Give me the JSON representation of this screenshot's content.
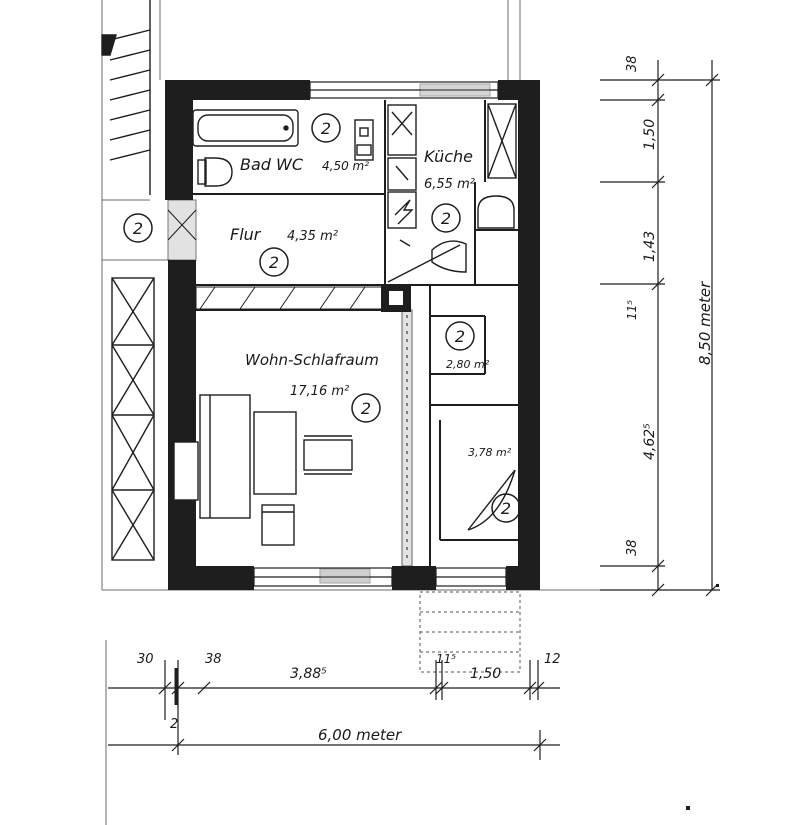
{
  "rooms": {
    "bath": {
      "label": "Bad WC",
      "area": "4,50 m²",
      "floor_code": "2"
    },
    "kitchen": {
      "label": "Küche",
      "area": "6,55 m²",
      "floor_code": "2"
    },
    "hallway": {
      "label": "Flur",
      "area": "4,35 m²",
      "floor_code": "2"
    },
    "living": {
      "label": "Wohn-Schlafraum",
      "area": "17,16 m²",
      "floor_code": "2"
    },
    "storage": {
      "area": "2,80 m²",
      "floor_code": "2"
    },
    "closet": {
      "area": "3,78 m²",
      "floor_code": "2"
    },
    "outside": {
      "floor_code": "2"
    }
  },
  "dimensions": {
    "right": {
      "top": "38",
      "upper": "1,50",
      "middle": "1,43",
      "side_note": "11⁵",
      "lower": "4,62⁵",
      "bottom": "38",
      "total": "8,50 meter"
    },
    "bottom": {
      "left_wall": "30",
      "wall": "38",
      "main": "3,88⁵",
      "inner": "11⁵",
      "door": "1,50",
      "right": "12",
      "total": "6,00 meter",
      "offset": "2"
    }
  }
}
